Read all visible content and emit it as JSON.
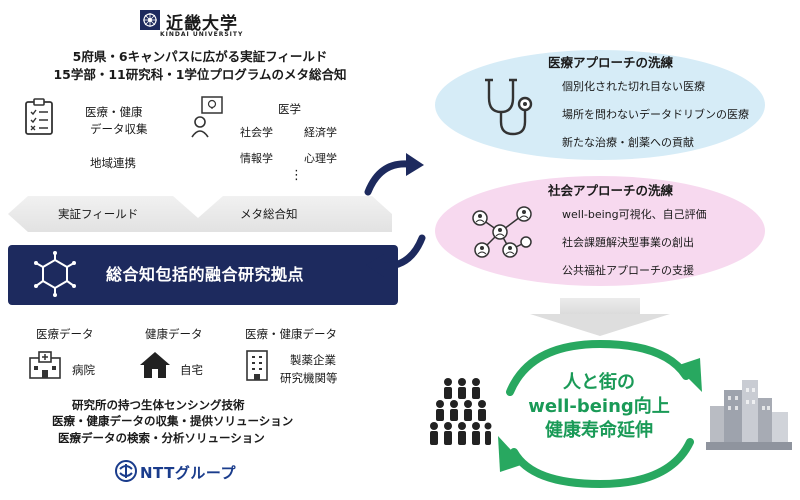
{
  "logo": {
    "name": "近畿大学",
    "english": "KINDAI UNIVERSITY"
  },
  "left": {
    "heading1": "5府県・6キャンパスに広がる実証フィールド",
    "heading2": "15学部・11研究科・1学位プログラムのメタ総合知",
    "field_box": {
      "line1": "医療・健康",
      "line2": "データ収集",
      "community": "地域連携"
    },
    "meta_box": {
      "main": "医学",
      "social": "社会学",
      "economics": "経済学",
      "info": "情報学",
      "psych": "心理学",
      "dots": "⋮"
    },
    "chevron1": "実証フィールド",
    "chevron2": "メタ総合知",
    "hub_title": "総合知包括的融合研究拠点",
    "sources": {
      "medical_data": "医療データ",
      "health_data": "健康データ",
      "both_data": "医療・健康データ",
      "hospital": "病院",
      "home": "自宅",
      "pharma1": "製薬企業",
      "pharma2": "研究機関等"
    },
    "tech1": "研究所の持つ生体センシング技術",
    "tech2": "医療・健康データの収集・提供ソリューション",
    "tech3": "医療データの検索・分析ソリューション",
    "ntt": "NTTグループ"
  },
  "right": {
    "medical": {
      "title": "医療アプローチの洗練",
      "items": [
        "個別化された切れ目ない医療",
        "場所を問わないデータドリブンの医療",
        "新たな治療・創薬への貢献"
      ]
    },
    "social": {
      "title": "社会アプローチの洗練",
      "items": [
        "well-being可視化、自己評価",
        "社会課題解決型事業の創出",
        "公共福祉アプローチの支援"
      ]
    },
    "goal": {
      "line1": "人と街の",
      "line2": "well-being向上",
      "line3": "健康寿命延伸"
    }
  },
  "colors": {
    "navy": "#1d2a5e",
    "green": "#1a9a57",
    "blue_ellipse": "#d6ecf7",
    "pink_ellipse": "#f7d9ef"
  }
}
